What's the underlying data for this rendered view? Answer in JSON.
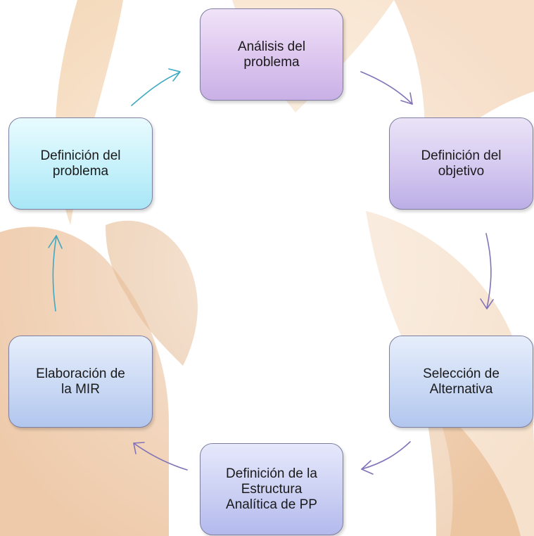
{
  "diagram": {
    "nodes": [
      {
        "id": "analisis",
        "label": "Análisis del\nproblema"
      },
      {
        "id": "objetivo",
        "label": "Definición del\nobjetivo"
      },
      {
        "id": "alternativa",
        "label": "Selección de\nAlternativa"
      },
      {
        "id": "estructura",
        "label": "Definición de la\nEstructura\nAnalítica de PP"
      },
      {
        "id": "mir",
        "label": "Elaboración de\nla MIR"
      },
      {
        "id": "definicion",
        "label": "Definición del\nproblema"
      }
    ],
    "colors": {
      "arrow_purple": "#8272b8",
      "arrow_teal": "#3ea9c2",
      "background_shapes": "#e7b98c"
    }
  }
}
